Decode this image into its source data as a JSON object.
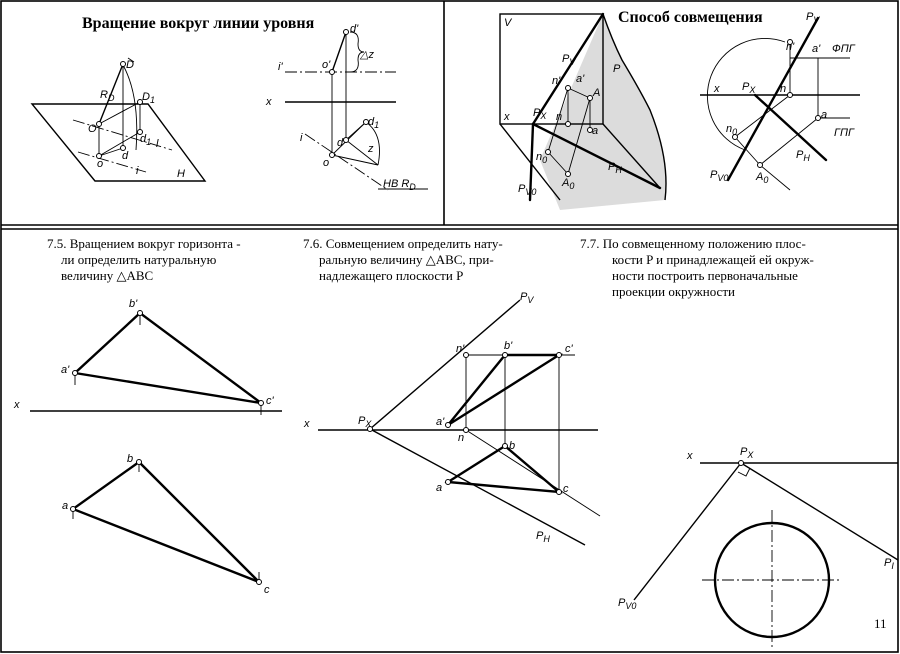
{
  "top_left": {
    "title": "Вращение вокруг линии уровня",
    "labels": {
      "D": "D",
      "D1": "D",
      "D1_sub": "1",
      "R": "R",
      "R_sub": "D",
      "O": "O",
      "d1": "d",
      "d1_sub": "1",
      "d": "d",
      "o": "o",
      "l": "l",
      "i": "i",
      "H": "H",
      "d_prime": "d'",
      "o_prime": "o'",
      "i_prime": "i'",
      "x": "x",
      "delta_z": "△z",
      "d1_r": "d",
      "d1_r_sub": "1",
      "d_r": "d",
      "o_r": "o",
      "i_r": "i",
      "z": "z",
      "hv": "НВ R",
      "hv_sub": "D"
    }
  },
  "top_right": {
    "title": "Способ совмещения",
    "labels": {
      "V": "V",
      "Pv": "P",
      "Pv_sub": "V",
      "P": "P",
      "n_prime": "n'",
      "a_prime": "a'",
      "A": "A",
      "Px": "P",
      "Px_sub": "X",
      "x": "x",
      "n": "n",
      "a": "a",
      "n0": "n",
      "n0_sub": "0",
      "A0": "A",
      "A0_sub": "0",
      "Ph": "P",
      "Ph_sub": "H",
      "Pv0": "P",
      "Pv0_sub": "V0",
      "Pv2": "P",
      "Pv2_sub": "V",
      "n_prime2": "n'",
      "a_prime2": "a'",
      "fpg": "ФПГ",
      "x2": "x",
      "Px2": "P",
      "Px2_sub": "X",
      "n2": "n",
      "a2": "a",
      "gpg": "ГПГ",
      "n02": "n",
      "n02_sub": "0",
      "Ph2": "P",
      "Ph2_sub": "H",
      "Pv02": "P",
      "Pv02_sub": "V0",
      "A02": "A",
      "A02_sub": "0"
    }
  },
  "task_7_5": {
    "lines": [
      "7.5. Вращением вокруг горизонта -",
      "ли определить натуральную",
      "величину  △ABC"
    ],
    "labels": {
      "b_prime": "b'",
      "a_prime": "a'",
      "c_prime": "c'",
      "x": "x",
      "b": "b",
      "a": "a",
      "c": "c"
    }
  },
  "task_7_6": {
    "lines": [
      "7.6. Совмещением определить нату-",
      "ральную величину  △ABC, при-",
      "надлежащего плоскости  P"
    ],
    "labels": {
      "Pv": "P",
      "Pv_sub": "V",
      "n_prime": "n'",
      "b_prime": "b'",
      "c_prime": "c'",
      "x": "x",
      "Px": "P",
      "Px_sub": "X",
      "a_prime": "a'",
      "n": "n",
      "b": "b",
      "a": "a",
      "c": "c",
      "Ph": "P",
      "Ph_sub": "H"
    }
  },
  "task_7_7": {
    "lines": [
      "7.7. По совмещенному положению плос-",
      "кости  P и принадлежащей ей окруж-",
      "ности построить первоначальные",
      "проекции окружности"
    ],
    "labels": {
      "x": "x",
      "Px": "P",
      "Px_sub": "X",
      "Pv0": "P",
      "Pv0_sub": "V0",
      "Pi": "P",
      "Pi_sub": "I"
    }
  },
  "page_number": "11"
}
